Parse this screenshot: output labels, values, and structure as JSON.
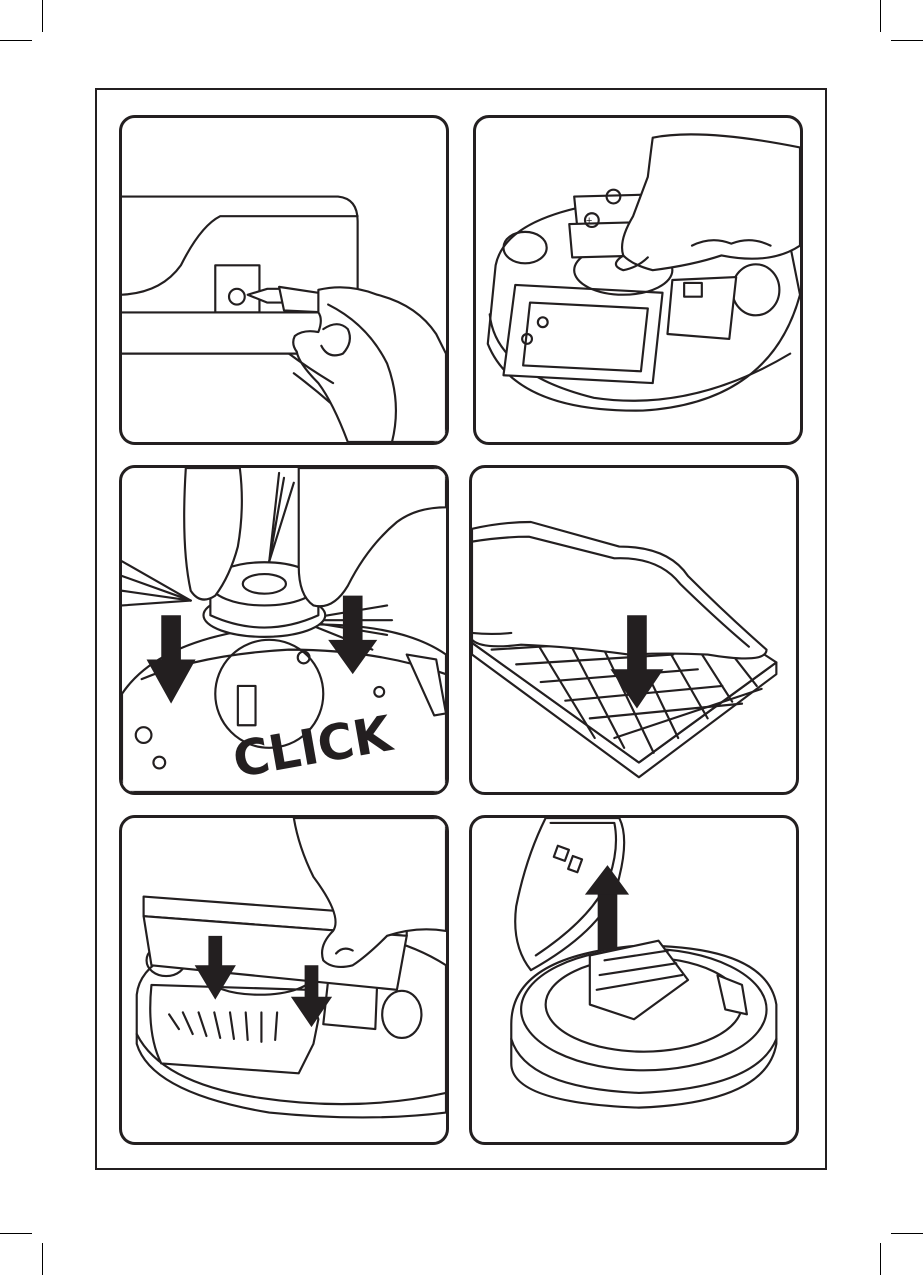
{
  "page": {
    "panels": [
      {
        "id": "plug-in-charger",
        "icon": "charger-plug-icon"
      },
      {
        "id": "insert-batteries",
        "icon": "battery-icon"
      },
      {
        "id": "attach-side-brush",
        "icon": "side-brush-icon"
      },
      {
        "id": "attach-mop-cloth",
        "icon": "mop-cloth-icon"
      },
      {
        "id": "close-battery-cover",
        "icon": "battery-cover-icon"
      },
      {
        "id": "open-top-lid",
        "icon": "top-lid-icon"
      }
    ],
    "click_label": "CLICK"
  }
}
